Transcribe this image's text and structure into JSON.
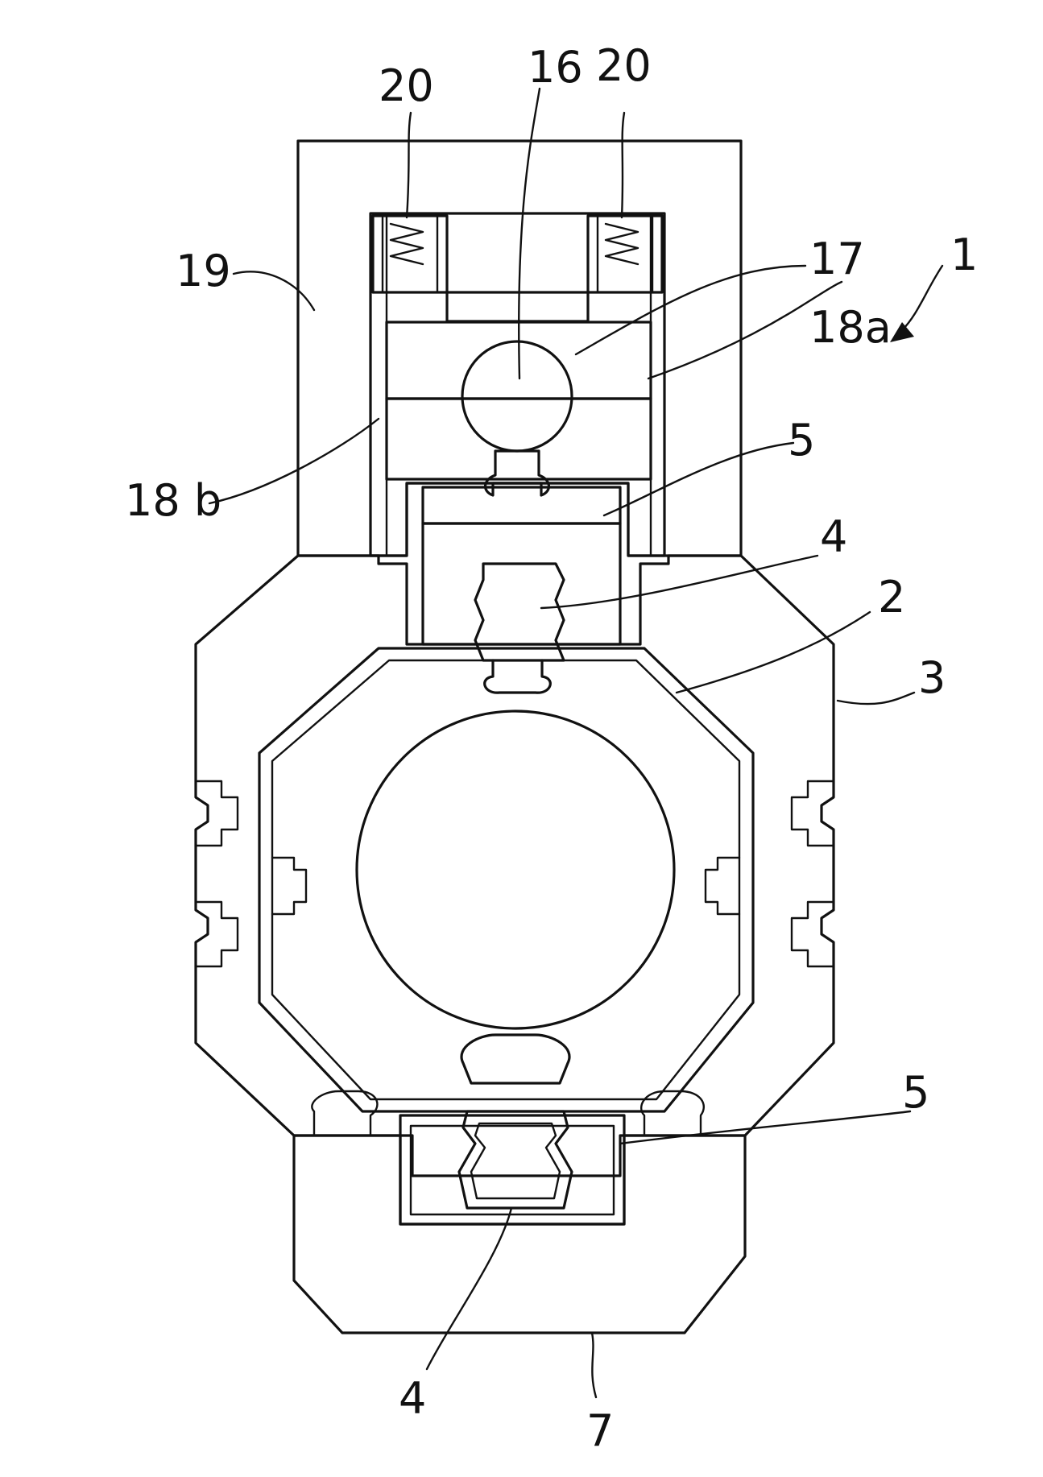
{
  "labels": {
    "l20a": "20",
    "l16": "16",
    "l20b": "20",
    "l19": "19",
    "l17": "17",
    "l1": "1",
    "l18a": "18a",
    "l18b": "18 b",
    "l5a": "5",
    "l4a": "4",
    "l2": "2",
    "l3": "3",
    "l5b": "5",
    "l4b": "4",
    "l7": "7"
  },
  "colors": {
    "line": "#111111",
    "background": "#ffffff"
  }
}
